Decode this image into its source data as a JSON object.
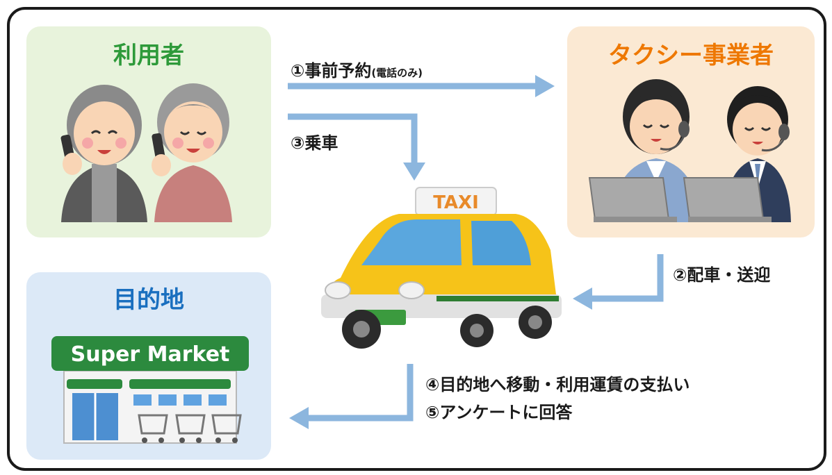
{
  "nodes": {
    "user": {
      "title": "利用者"
    },
    "taxi_operator": {
      "title": "タクシー事業者"
    },
    "destination": {
      "title": "目的地",
      "sign": "Super Market"
    },
    "taxi_sign": "TAXI"
  },
  "steps": {
    "s1_main": "①事前予約",
    "s1_note": "(電話のみ)",
    "s2": "②配車・送迎",
    "s3": "③乗車",
    "s4": "④目的地へ移動・利用運賃の支払い",
    "s5": "⑤アンケートに回答"
  },
  "colors": {
    "arrow": "#8cb6de",
    "user_bg": "#e8f3dc",
    "taxi_bg": "#fbe9d3",
    "dest_bg": "#dce9f7",
    "title_green": "#2e9a3a",
    "title_orange": "#ee7800",
    "title_blue": "#1a6fbf",
    "taxi_yellow": "#f6c319",
    "market_green": "#2c8a3e"
  }
}
